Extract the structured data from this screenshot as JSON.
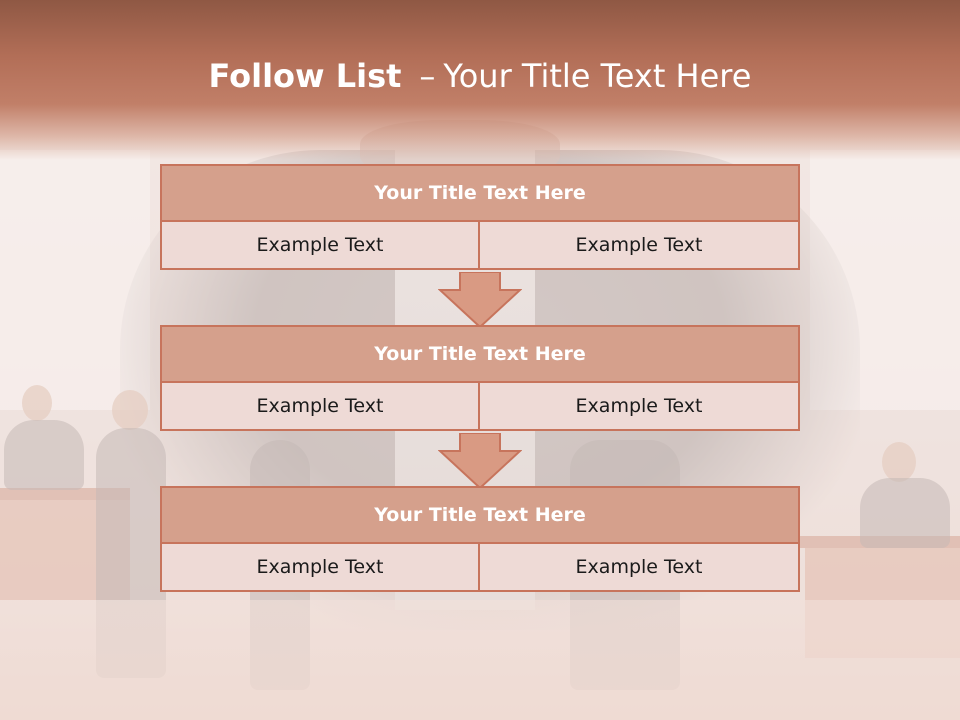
{
  "slide": {
    "title_strong": "Follow List",
    "title_dash": "–",
    "title_rest": "Your Title Text Here"
  },
  "blocks": [
    {
      "title": "Your Title Text Here",
      "left": "Example Text",
      "right": "Example Text"
    },
    {
      "title": "Your Title Text Here",
      "left": "Example Text",
      "right": "Example Text"
    },
    {
      "title": "Your Title Text Here",
      "left": "Example Text",
      "right": "Example Text"
    }
  ],
  "colors": {
    "header": "#b26e57",
    "block_border": "#c7745c",
    "block_title_fill": "#d5a08c",
    "cell_fill": "#eedad6",
    "arrow_fill": "#d99a83"
  },
  "icons": [
    "down-arrow-icon",
    "down-arrow-icon"
  ]
}
